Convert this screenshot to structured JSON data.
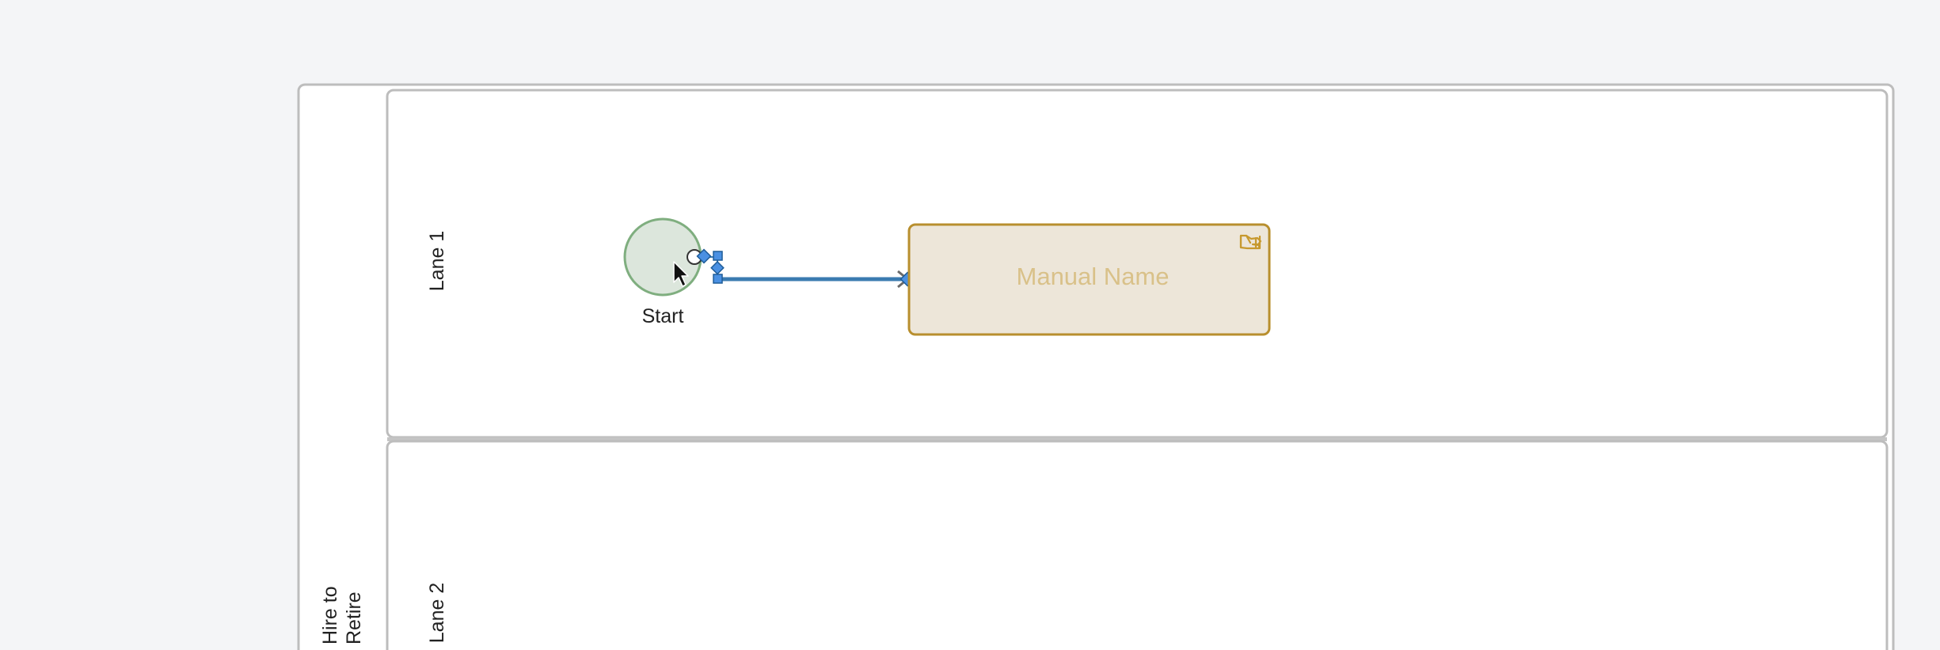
{
  "pool": {
    "label_line1": "Hire to",
    "label_line2": "Retire"
  },
  "lanes": [
    {
      "label": "Lane 1"
    },
    {
      "label": "Lane 2"
    }
  ],
  "start_event": {
    "label": "Start"
  },
  "task": {
    "label": "Manual Name",
    "icon": "manual-task-hand-icon"
  },
  "colors": {
    "pool_border": "#bdbdbd",
    "start_fill": "#dce6dc",
    "start_stroke": "#7fae7f",
    "task_fill": "#ede6d9",
    "task_stroke": "#b88f2e",
    "task_text": "#d9c189",
    "flow": "#3b7bb0",
    "handle": "#4a90e2"
  }
}
